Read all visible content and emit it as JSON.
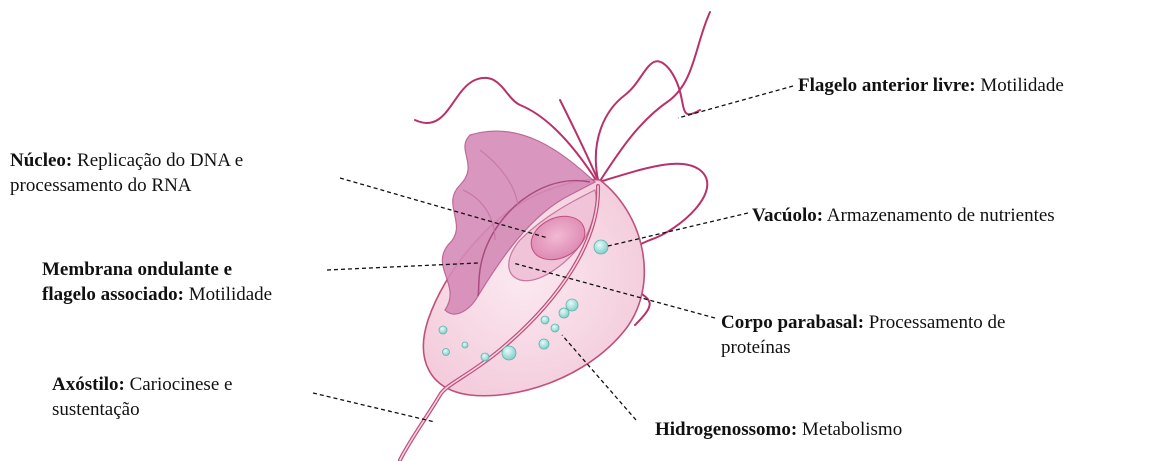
{
  "labels": {
    "flagelo": {
      "term": "Flagelo anterior livre:",
      "desc": " Motilidade"
    },
    "nucleo": {
      "term": "Núcleo:",
      "desc": " Replicação do DNA e",
      "desc2": "processamento do RNA"
    },
    "vacuolo": {
      "term": "Vacúolo:",
      "desc": " Armazenamento de nutrientes"
    },
    "membrana": {
      "term": "Membrana ondulante e",
      "term2": "flagelo associado:",
      "desc": " Motilidade"
    },
    "corpo": {
      "term": "Corpo parabasal:",
      "desc": " Processamento de",
      "desc2": "proteínas"
    },
    "axostilo": {
      "term": "Axóstilo:",
      "desc": " Cariocinese e",
      "desc2": "sustentação"
    },
    "hidrogenossomo": {
      "term": "Hidrogenossomo:",
      "desc": " Metabolismo"
    }
  },
  "colors": {
    "body_fill": "#f7dbe6",
    "body_stroke": "#c14f7d",
    "flagella": "#b8316a",
    "membrane_fill": "#d58bb7",
    "nucleus_fill": "#e9a2c3",
    "granule_fill": "#9ad8d4",
    "leader": "#111111"
  }
}
